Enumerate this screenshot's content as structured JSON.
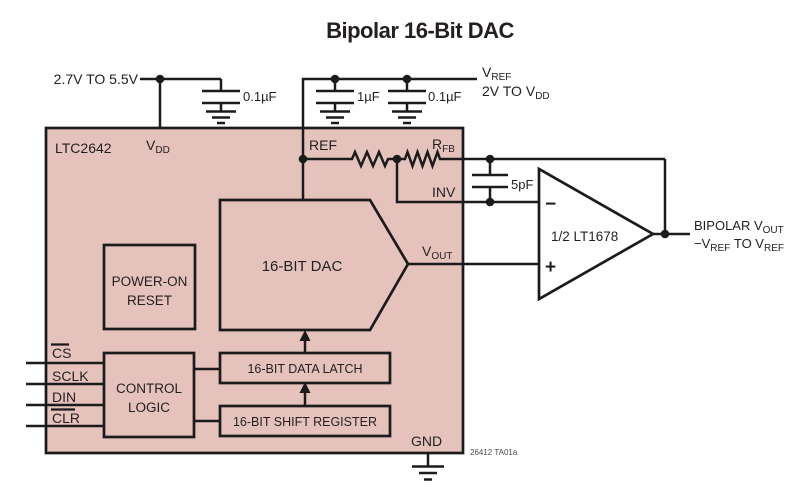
{
  "title": "Bipolar 16-Bit DAC",
  "colors": {
    "chip_fill": "#e5c3bc",
    "line": "#1b1b1b",
    "opamp_fill": "#ffffff"
  },
  "chip": {
    "name": "LTC2642",
    "pins": {
      "vdd_main": "V",
      "vdd_sub": "DD",
      "ref": "REF",
      "rfb_main": "R",
      "rfb_sub": "FB",
      "inv": "INV",
      "vout_main": "V",
      "vout_sub": "OUT",
      "gnd": "GND",
      "cs": "CS",
      "sclk": "SCLK",
      "din": "DIN",
      "clr": "CLR"
    },
    "blocks": {
      "por1": "POWER-ON",
      "por2": "RESET",
      "ctl1": "CONTROL",
      "ctl2": "LOGIC",
      "dac": "16-BIT DAC",
      "latch": "16-BIT DATA LATCH",
      "shift": "16-BIT SHIFT REGISTER"
    }
  },
  "external": {
    "supply": "2.7V TO 5.5V",
    "cap_vdd": "0.1µF",
    "cap_ref_1": "1µF",
    "cap_ref_2": "0.1µF",
    "vref_main": "V",
    "vref_sub": "REF",
    "vref_range_pre": "2V TO V",
    "vref_range_sub": "DD",
    "cap_fb": "5pF",
    "opamp_name": "1/2 LT1678",
    "opamp_minus": "−",
    "opamp_plus": "+",
    "out1_pre": "BIPOLAR V",
    "out1_sub": "OUT",
    "out2_p1": "−V",
    "out2_s1": "REF",
    "out2_p2": " TO V",
    "out2_s2": "REF",
    "note": "26412 TA01a"
  }
}
